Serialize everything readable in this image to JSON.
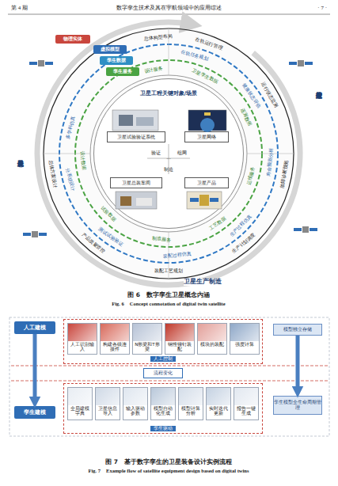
{
  "diagram": {
    "nodes": [
      {
        "text": [
          "物理实体"
        ]
      },
      {
        "text": [
          "虚拟模型"
        ]
      },
      {
        "text": [
          "孪生数据"
        ]
      },
      {
        "text": [
          "孪生服务"
        ]
      },
      {
        "text": [
          "卫星工程关键对象/场景"
        ]
      },
      {
        "text": [
          "卫星试验验证系统"
        ],
        "in": 4
      },
      {
        "text": [
          "卫星网络"
        ],
        "in": 4
      },
      {
        "text": [
          "卫星总装车间"
        ],
        "in": 4
      },
      {
        "text": [
          "卫星产品"
        ],
        "in": 4
      },
      {
        "text": [
          "人工建模"
        ]
      },
      {
        "text": [
          "人工控制"
        ]
      },
      {
        "text": [
          "人工识别输入"
        ],
        "in": 10
      },
      {
        "text": [
          "构建各级连接件"
        ],
        "in": 10
      },
      {
        "text": [
          "N形梁和T形梁"
        ],
        "in": 10
      },
      {
        "text": [
          "钢性铆钉装配"
        ],
        "in": 10
      },
      {
        "text": [
          "模块的装配"
        ],
        "in": 10
      },
      {
        "text": [
          "强度计算"
        ],
        "in": 10
      },
      {
        "text": [
          "模型独立存储"
        ]
      },
      {
        "text": [
          "流程变化"
        ]
      },
      {
        "text": [
          "孪生建模"
        ]
      },
      {
        "text": [
          "孪生驱动"
        ]
      },
      {
        "text": [
          "全局建模字典"
        ],
        "in": 20
      },
      {
        "text": [
          "卫星信息导入"
        ],
        "in": 20
      },
      {
        "text": [
          "输入驱动参数"
        ],
        "in": 20
      },
      {
        "text": [
          "模型自动化生成"
        ],
        "in": 20
      },
      {
        "text": [
          "模型计算分析"
        ],
        "in": 20
      },
      {
        "text": [
          "实时迭代更新"
        ],
        "in": 20
      },
      {
        "text": [
          "报告一键生成"
        ],
        "in": 20
      },
      {
        "text": [
          "孪生模型全生命周期管理"
        ]
      }
    ],
    "edges": [
      {
        "from": 9,
        "to": 19,
        "arrow": "to"
      },
      {
        "from": 17,
        "to": 28,
        "arrow": "to"
      }
    ],
    "labels": [
      "第 4 期",
      "数字孪生技术及其在宇航领域中的应用综述",
      "· 7 ·",
      "验证",
      "组网",
      "制造",
      "...",
      "卫星总体设计",
      "卫星生产制造",
      "卫星运维管控",
      "在轨运行管理",
      "运行状态监测",
      "故障诊断预测",
      "生产计划调度",
      "装配工艺规划",
      "产品质量管控",
      "总体方案设计",
      "总体构型布局",
      "在轨任务规划",
      "健康状态评估",
      "寿命预测分析",
      "生产过程仿真",
      "装配过程仿真",
      "测试试验验证",
      "分系统设计",
      "多学科仿真",
      "卫星孪生数据",
      "遥测数据",
      "运维服务",
      "工艺数据",
      "制造服务",
      "试验数据",
      "设计数据",
      "设计服务",
      "图 6　数字孪生卫星概念内涵",
      "Fig. 6　Concept connotation of digital twin satellite",
      "图 7　基于数字孪生的卫星装备设计实例流程",
      "Fig. 7　Example flow of satellite equipment design based on digital twins"
    ]
  }
}
